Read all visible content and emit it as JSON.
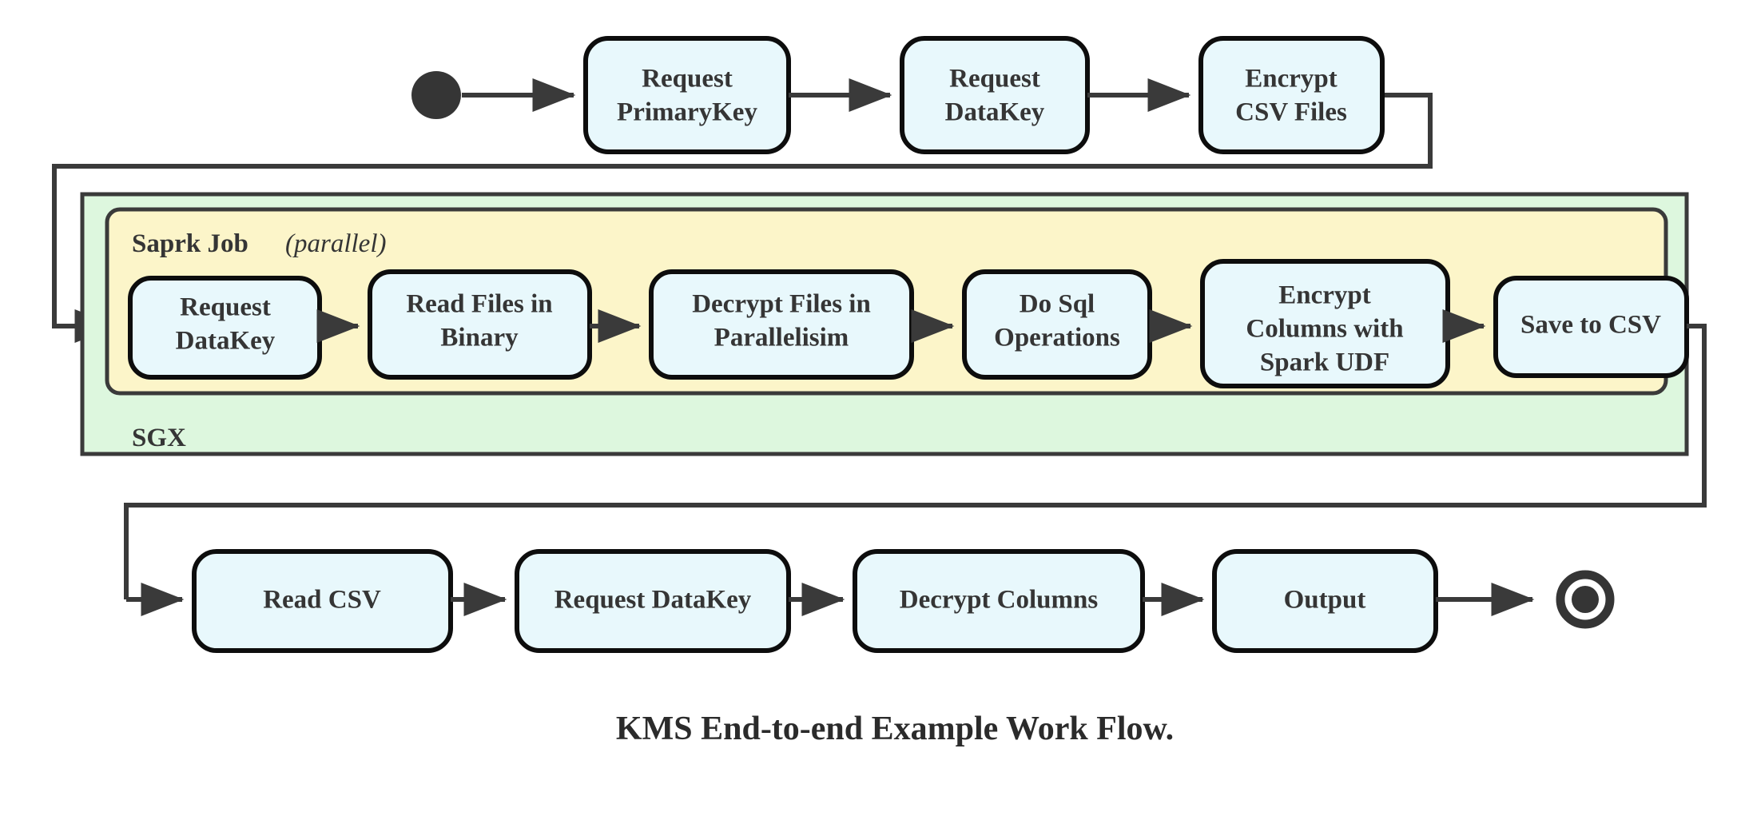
{
  "diagram": {
    "caption": "KMS End-to-end Example Work Flow.",
    "colors": {
      "node_fill": "#e8f8fc",
      "node_stroke": "#0d0d0d",
      "sgx_fill": "#ddf7de",
      "spark_fill": "#fcf5c9",
      "container_stroke": "#3a3a3a",
      "edge": "#3a3a3a",
      "text": "#353535"
    },
    "start_node": {
      "name": "start-state"
    },
    "end_node": {
      "name": "final-state"
    },
    "containers": {
      "sgx": {
        "label": "SGX"
      },
      "spark": {
        "label_bold": "Saprk Job",
        "label_italic": "(parallel)"
      }
    },
    "rows": {
      "top": [
        {
          "id": "request-primarykey",
          "line1": "Request",
          "line2": "PrimaryKey"
        },
        {
          "id": "request-datakey-top",
          "line1": "Request",
          "line2": "DataKey"
        },
        {
          "id": "encrypt-csv-files",
          "line1": "Encrypt",
          "line2": "CSV Files"
        }
      ],
      "spark": [
        {
          "id": "request-datakey-spark",
          "line1": "Request",
          "line2": "DataKey"
        },
        {
          "id": "read-files-in-binary",
          "line1": "Read Files in",
          "line2": "Binary"
        },
        {
          "id": "decrypt-files-in-parallelisim",
          "line1": "Decrypt Files in",
          "line2": "Parallelisim"
        },
        {
          "id": "do-sql-operations",
          "line1": "Do Sql",
          "line2": "Operations"
        },
        {
          "id": "encrypt-columns-with-spark-udf",
          "line1": "Encrypt",
          "line2": "Columns with",
          "line3": "Spark UDF"
        },
        {
          "id": "save-to-csv",
          "line1": "Save to CSV"
        }
      ],
      "bottom": [
        {
          "id": "read-csv",
          "line1": "Read CSV"
        },
        {
          "id": "request-datakey-bottom",
          "line1": "Request DataKey"
        },
        {
          "id": "decrypt-columns",
          "line1": "Decrypt Columns"
        },
        {
          "id": "output",
          "line1": "Output"
        }
      ]
    }
  }
}
